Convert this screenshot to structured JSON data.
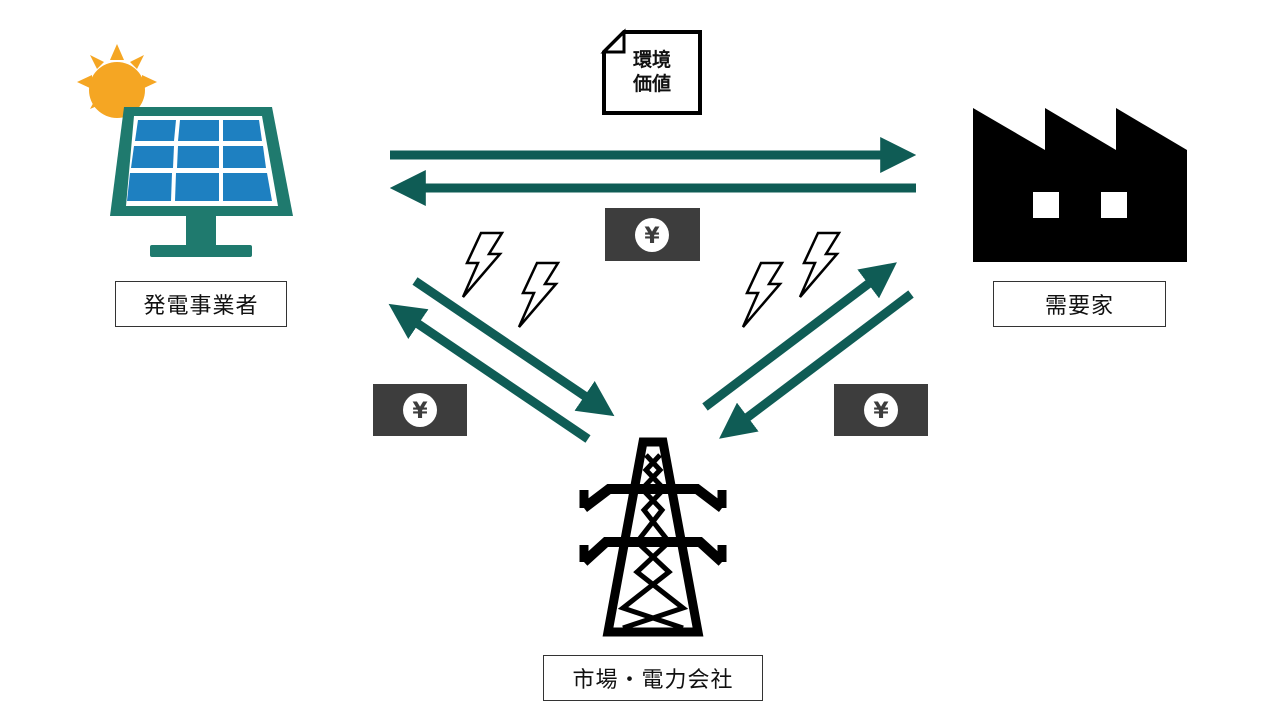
{
  "nodes": {
    "producer": {
      "label": "発電事業者"
    },
    "consumer": {
      "label": "需要家"
    },
    "market": {
      "label": "市場・電力会社"
    }
  },
  "environmental_value": {
    "line1": "環境",
    "line2": "価値"
  },
  "money": {
    "symbol": "¥"
  },
  "colors": {
    "arrow": "#0f5c55",
    "panel_frame": "#1f7a6e",
    "panel_cell": "#1e80c1",
    "sun": "#f5a623",
    "money_bg": "#3d3d3d",
    "silhouette": "#000000"
  },
  "icons": [
    "sun-icon",
    "solar-panel-icon",
    "factory-icon",
    "transmission-tower-icon",
    "lightning-icon",
    "document-icon",
    "yen-bill-icon"
  ]
}
